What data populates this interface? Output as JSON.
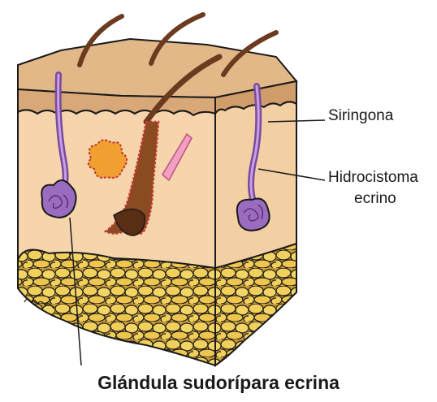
{
  "labels": {
    "siringona": "Siringona",
    "hidrocistoma_line1": "Hidrocistoma",
    "hidrocistoma_line2": "ecrino",
    "glandula": "Glándula sudorípara ecrina"
  },
  "colors": {
    "epidermis": "#d8a878",
    "dermis": "#f6d5ad",
    "fat": "#f0cf5a",
    "gland": "#9a6cc0",
    "hair": "#6b3a1f",
    "sebaceous": "#f0a030",
    "outline": "#1a1a1a"
  }
}
